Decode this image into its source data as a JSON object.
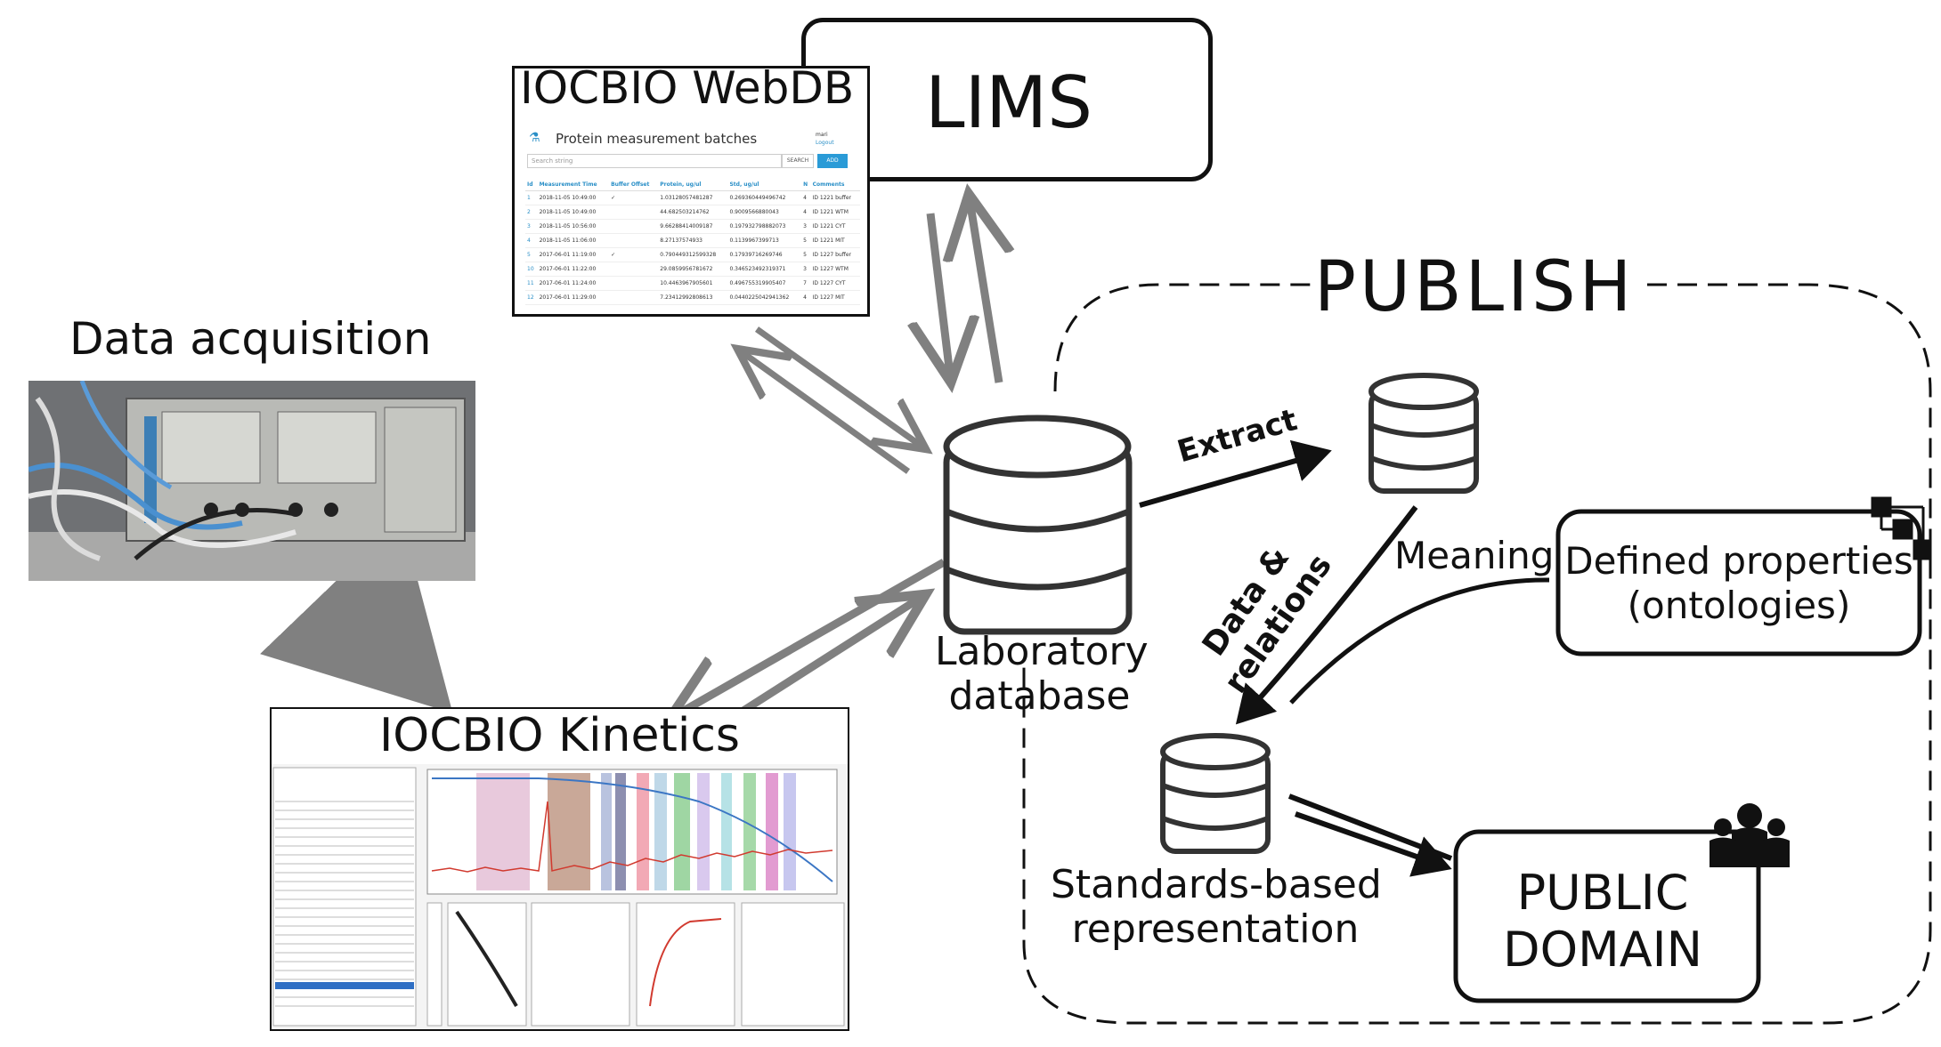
{
  "labels": {
    "lims": "LIMS",
    "publish": "PUBLISH",
    "data_acquisition": "Data acquisition",
    "lab_db_line1": "Laboratory",
    "lab_db_line2": "database",
    "extract": "Extract",
    "data_relations_line1": "Data &",
    "data_relations_line2": "relations",
    "meaning": "Meaning",
    "defined_line1": "Defined properties",
    "defined_line2": "(ontologies)",
    "standards_line1": "Standards-based",
    "standards_line2": "representation",
    "public_line1": "PUBLIC",
    "public_line2": "DOMAIN"
  },
  "webdb": {
    "window_title": "IOCBIO WebDB",
    "page_title": "Protein measurement batches",
    "search_placeholder": "Search string",
    "search_button": "SEARCH",
    "add_button": "ADD",
    "user_name": "mari",
    "logout": "Logout",
    "columns": [
      "Id",
      "Measurement Time",
      "Buffer Offset",
      "Protein, ug/ul",
      "Std, ug/ul",
      "N",
      "Comments"
    ],
    "rows": [
      [
        "1",
        "2018-11-05 10:49:00",
        "✓",
        "1.03128057481287",
        "0.269360449496742",
        "4",
        "ID 1221 buffer"
      ],
      [
        "2",
        "2018-11-05 10:49:00",
        "",
        "44.682503214762",
        "0.9009566880043",
        "4",
        "ID 1221 WTM"
      ],
      [
        "3",
        "2018-11-05 10:56:00",
        "",
        "9.66288414009187",
        "0.197932798882073",
        "3",
        "ID 1221 CYT"
      ],
      [
        "4",
        "2018-11-05 11:06:00",
        "",
        "8.27137574933",
        "0.1139967399713",
        "5",
        "ID 1221 MIT"
      ],
      [
        "5",
        "2017-06-01 11:19:00",
        "✓",
        "0.790449312599328",
        "0.17939716269746",
        "5",
        "ID 1227 buffer"
      ],
      [
        "10",
        "2017-06-01 11:22:00",
        "",
        "29.0859956781672",
        "0.346523492319371",
        "3",
        "ID 1227 WTM"
      ],
      [
        "11",
        "2017-06-01 11:24:00",
        "",
        "10.4463967905601",
        "0.496755319905407",
        "7",
        "ID 1227 CYT"
      ],
      [
        "12",
        "2017-06-01 11:29:00",
        "",
        "7.23412992808613",
        "0.0440225042941362",
        "4",
        "ID 1227 MIT"
      ]
    ]
  },
  "kinetics": {
    "window_title": "IOCBIO Kinetics"
  }
}
